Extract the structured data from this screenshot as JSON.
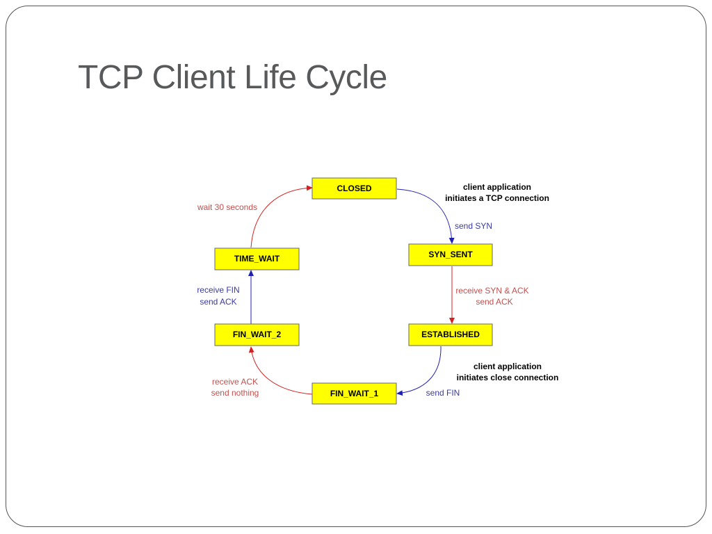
{
  "slide": {
    "title": "TCP Client Life Cycle"
  },
  "states": {
    "closed": "CLOSED",
    "syn_sent": "SYN_SENT",
    "established": "ESTABLISHED",
    "fin_wait_1": "FIN_WAIT_1",
    "fin_wait_2": "FIN_WAIT_2",
    "time_wait": "TIME_WAIT"
  },
  "transitions": {
    "closed_to_syn_sent": {
      "event": [
        "client application",
        "initiates a TCP connection"
      ],
      "action": "send SYN"
    },
    "syn_sent_to_established": {
      "event": "receive SYN & ACK",
      "action": "send ACK"
    },
    "established_to_fin_wait_1": {
      "event": [
        "client application",
        "initiates close connection"
      ],
      "action": "send FIN"
    },
    "fin_wait_1_to_fin_wait_2": {
      "event": "receive  ACK",
      "action": "send nothing"
    },
    "fin_wait_2_to_time_wait": {
      "event": "receive FIN",
      "action": "send ACK"
    },
    "time_wait_to_closed": {
      "event": "wait 30 seconds"
    }
  },
  "colors": {
    "state_fill": "#ffff00",
    "arrow_red": "#d42020",
    "arrow_blue": "#2020b0",
    "title": "#58595b"
  }
}
